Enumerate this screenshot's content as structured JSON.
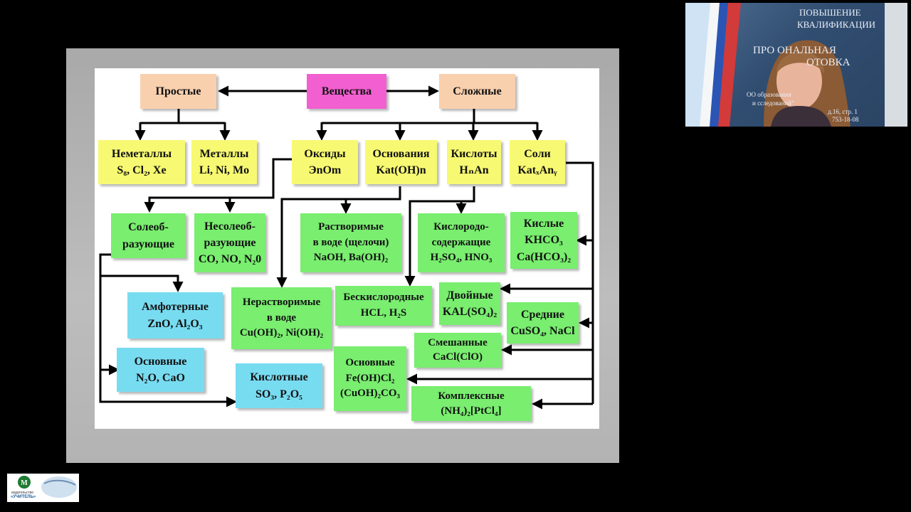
{
  "diagram": {
    "root": "Вещества",
    "simple": {
      "label": "Простые",
      "nonmetals": [
        "Неметаллы",
        "S₈, Cl₂, Xe"
      ],
      "metals": [
        "Металлы",
        "Li, Ni, Mo"
      ]
    },
    "complex": {
      "label": "Сложные",
      "oxides": [
        "Оксиды",
        "ЭnOm"
      ],
      "bases": [
        "Основания",
        "Kat(OH)n"
      ],
      "acids": [
        "Кислоты",
        "HₙAn"
      ],
      "salts": [
        "Соли",
        "KatₓAnᵧ"
      ]
    },
    "oxide_types": {
      "salt_forming": [
        "Солеоб-",
        "разующие"
      ],
      "non_salt_forming": [
        "Несолеоб-",
        "разующие",
        "CO, NO, N₂0"
      ],
      "amphoteric": [
        "Амфотерные",
        "ZnO, Al₂O₃"
      ],
      "basic": [
        "Основные",
        "N₂O, CaO"
      ],
      "acidic": [
        "Кислотные",
        "SO₃, P₂O₅"
      ]
    },
    "base_types": {
      "soluble": [
        "Растворимые",
        "в воде (щелочи)",
        "NaOH, Ba(OH)₂"
      ],
      "insoluble": [
        "Нерастворимые",
        "в воде",
        "Cu(OH)₂, Ni(OH)₂"
      ]
    },
    "acid_types": {
      "oxygen": [
        "Кислородо-",
        "содержащие",
        "H₂SO₄, HNO₃"
      ],
      "oxygen_free": [
        "Бескислородные",
        "HCL, H₂S"
      ]
    },
    "salt_types": {
      "acidic": [
        "Кислые",
        "KHCO₃",
        "Ca(HCO₃)₂"
      ],
      "double": [
        "Двойные",
        "KAL(SO₄)₂"
      ],
      "medium": [
        "Средние",
        "CuSO₄, NaCl"
      ],
      "mixed": [
        "Смешанные",
        "CaCl(ClO)"
      ],
      "basic": [
        "Основные",
        "Fe(OH)Cl₂",
        "(CuOH)₂CO₃"
      ],
      "complex": [
        "Комплексные",
        "(NH₄)₂[PtCl₄]"
      ]
    }
  },
  "webcam": {
    "line1": "ПОВЫШЕНИЕ",
    "line2": "КВАЛИФИКАЦИИ",
    "line3": "ПРО      ОНАЛЬНАЯ",
    "line4": "       ОТОВКА",
    "line5": "ОО        образования",
    "line6": "и         сследований\"",
    "line7": "      д.16, стр. 1",
    "line8": "     753-18-08"
  },
  "logo": {
    "line1": "издательство",
    "line2": "«УЧИТЕЛЬ»"
  },
  "colors": {
    "peach": "#f9d0ae",
    "pink": "#f25fd0",
    "yellow": "#f7f972",
    "green": "#79ee6f",
    "cyan": "#78dcf1"
  }
}
